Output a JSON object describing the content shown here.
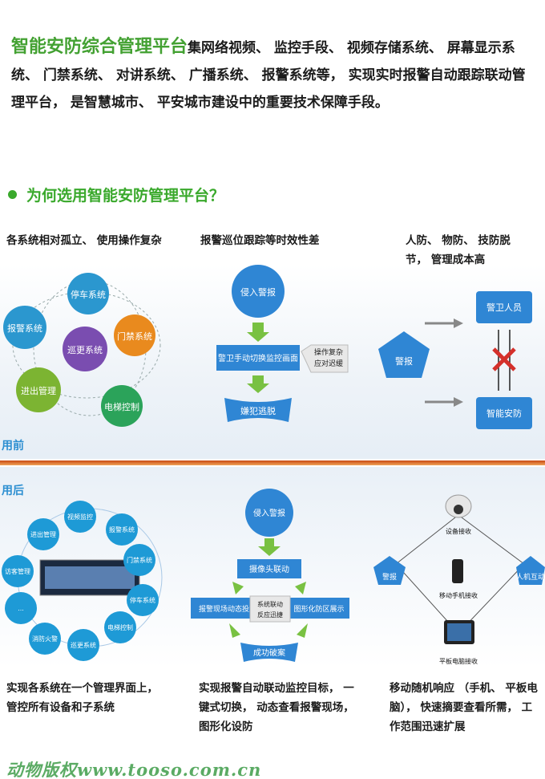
{
  "intro": {
    "highlight": "智能安防综合管理平台",
    "text": "集网络视频、 监控手段、 视频存储系统、 屏幕显示系统、 门禁系统、 对讲系统、 广播系统、 报警系统等， 实现实时报警自动跟踪联动管理平台， 是智慧城市、 平安城市建设中的重要技术保障手段。"
  },
  "question": "为何选用智能安防管理平台？",
  "before": {
    "label": "用前",
    "captions": [
      "各系统相对孤立、 使用操作复杂",
      "报警巡位跟踪等时效性差",
      "人防、 物防、 技防脱节， 管理成本高"
    ],
    "systems": [
      "停车系统",
      "报警系统",
      "巡更系统",
      "门禁系统",
      "进出管理",
      "电梯控制"
    ],
    "flow": [
      "侵入警报",
      "警卫手动切换监控画面",
      "嫌犯逃脱"
    ],
    "flow_note": "操作复杂应对迟缓",
    "alarm": "警报",
    "guard": "警卫人员",
    "smart": "智能安防"
  },
  "after": {
    "label": "用后",
    "captions": [
      "实现各系统在一个管理界面上， 管控所有设备和子系统",
      "实现报警自动联动监控目标， 一键式切换， 动态查看报警现场， 图形化设防",
      "移动随机响应 （手机、 平板电脑）， 快速摘要查看所需， 工作范围迅速扩展"
    ],
    "ring": [
      "视频监控",
      "报警系统",
      "门禁系统",
      "停车系统",
      "电梯控制",
      "巡更系统",
      "消防火警",
      "...",
      "访客管理",
      "进出管理"
    ],
    "flow": [
      "侵入警报",
      "摄像头联动",
      "报警现场动态投放",
      "图形化防区展示",
      "成功破案"
    ],
    "flow_note": "系统联动反应迅捷",
    "alarm": "警报",
    "interact": "人机互动",
    "devices": [
      "设备接收",
      "移动手机接收",
      "平板电脑接收"
    ]
  },
  "watermark": "动物版权www.tooso.com.cn",
  "colors": {
    "green": "#3aa92c",
    "blue": "#1d7dc4",
    "orange": "#c94a12"
  }
}
